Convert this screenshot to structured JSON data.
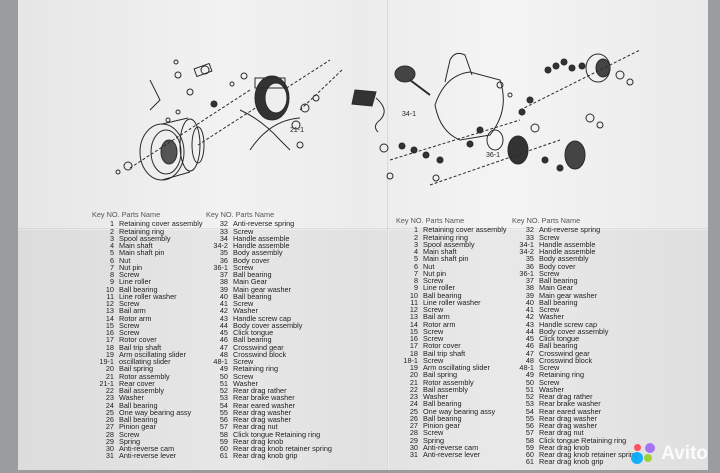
{
  "left_list": {
    "col1": {
      "header": "Key NO.  Parts Name",
      "rows": [
        {
          "k": "1",
          "n": "Retaining cover assembly"
        },
        {
          "k": "2",
          "n": "Retaining ring"
        },
        {
          "k": "3",
          "n": "Spool assembly"
        },
        {
          "k": "4",
          "n": "Main shaft"
        },
        {
          "k": "5",
          "n": "Main shaft pin"
        },
        {
          "k": "6",
          "n": "Nut"
        },
        {
          "k": "7",
          "n": "Nut pin"
        },
        {
          "k": "8",
          "n": "Screw"
        },
        {
          "k": "9",
          "n": "Line roller"
        },
        {
          "k": "10",
          "n": "Ball bearing"
        },
        {
          "k": "11",
          "n": "Line roller washer"
        },
        {
          "k": "12",
          "n": "Screw"
        },
        {
          "k": "13",
          "n": "Bail arm"
        },
        {
          "k": "14",
          "n": "Rotor arm"
        },
        {
          "k": "15",
          "n": "Screw"
        },
        {
          "k": "16",
          "n": "Screw"
        },
        {
          "k": "17",
          "n": "Rotor cover"
        },
        {
          "k": "18",
          "n": "Bail trip shaft"
        },
        {
          "k": "19",
          "n": "Arm oscillating slider"
        },
        {
          "k": "19-1",
          "n": "oscillating slider"
        },
        {
          "k": "20",
          "n": "Bail spring"
        },
        {
          "k": "21",
          "n": "Rotor assembly"
        },
        {
          "k": "21-1",
          "n": "Rear cover"
        },
        {
          "k": "22",
          "n": "Bail assembly"
        },
        {
          "k": "23",
          "n": "Washer"
        },
        {
          "k": "24",
          "n": "Ball bearing"
        },
        {
          "k": "25",
          "n": "One way bearing assy"
        },
        {
          "k": "26",
          "n": "Ball bearing"
        },
        {
          "k": "27",
          "n": "Pinion gear"
        },
        {
          "k": "28",
          "n": "Screw"
        },
        {
          "k": "29",
          "n": "Spring"
        },
        {
          "k": "30",
          "n": "Anti-reverse cam"
        },
        {
          "k": "31",
          "n": "Anti-reverse lever"
        }
      ]
    },
    "col2": {
      "header": "Key NO.  Parts Name",
      "rows": [
        {
          "k": "32",
          "n": "Anti-reverse spring"
        },
        {
          "k": "33",
          "n": "Screw"
        },
        {
          "k": "34",
          "n": "Handle assemble"
        },
        {
          "k": "34-2",
          "n": "Handle assemble"
        },
        {
          "k": "35",
          "n": "Body assembly"
        },
        {
          "k": "36",
          "n": "Body cover"
        },
        {
          "k": "36-1",
          "n": "Screw"
        },
        {
          "k": "37",
          "n": "Ball bearing"
        },
        {
          "k": "38",
          "n": "Main Gear"
        },
        {
          "k": "39",
          "n": "Main gear washer"
        },
        {
          "k": "40",
          "n": "Ball bearing"
        },
        {
          "k": "41",
          "n": "Screw"
        },
        {
          "k": "42",
          "n": "Washer"
        },
        {
          "k": "43",
          "n": "Handle screw cap"
        },
        {
          "k": "44",
          "n": "Body cover assembly"
        },
        {
          "k": "45",
          "n": "Click tongue"
        },
        {
          "k": "46",
          "n": "Ball bearing"
        },
        {
          "k": "47",
          "n": "Crosswind gear"
        },
        {
          "k": "48",
          "n": "Crosswind block"
        },
        {
          "k": "48-1",
          "n": "Screw"
        },
        {
          "k": "49",
          "n": "Retaining ring"
        },
        {
          "k": "50",
          "n": "Screw"
        },
        {
          "k": "51",
          "n": "Washer"
        },
        {
          "k": "52",
          "n": "Rear drag rather"
        },
        {
          "k": "53",
          "n": "Rear brake washer"
        },
        {
          "k": "54",
          "n": "Rear eared washer"
        },
        {
          "k": "55",
          "n": "Rear drag washer"
        },
        {
          "k": "56",
          "n": "Rear drag washer"
        },
        {
          "k": "57",
          "n": "Rear drag nut"
        },
        {
          "k": "58",
          "n": "Click tongue Retaining ring"
        },
        {
          "k": "59",
          "n": "Rear drag knob"
        },
        {
          "k": "60",
          "n": "Rear drag knob retainer spring"
        },
        {
          "k": "61",
          "n": "Rear drag knob grip"
        }
      ]
    }
  },
  "right_list": {
    "col1": {
      "header": "Key NO.  Parts Name",
      "rows": [
        {
          "k": "1",
          "n": "Retaining cover assembly"
        },
        {
          "k": "2",
          "n": "Retaining ring"
        },
        {
          "k": "3",
          "n": "Spool assembly"
        },
        {
          "k": "4",
          "n": "Main shaft"
        },
        {
          "k": "5",
          "n": "Main shaft pin"
        },
        {
          "k": "6",
          "n": "Nut"
        },
        {
          "k": "7",
          "n": "Nut pin"
        },
        {
          "k": "8",
          "n": "Screw"
        },
        {
          "k": "9",
          "n": "Line roller"
        },
        {
          "k": "10",
          "n": "Ball bearing"
        },
        {
          "k": "11",
          "n": "Line roller washer"
        },
        {
          "k": "12",
          "n": "Screw"
        },
        {
          "k": "13",
          "n": "Bail arm"
        },
        {
          "k": "14",
          "n": "Rotor arm"
        },
        {
          "k": "15",
          "n": "Screw"
        },
        {
          "k": "16",
          "n": "Screw"
        },
        {
          "k": "17",
          "n": "Rotor cover"
        },
        {
          "k": "18",
          "n": "Bail trip shaft"
        },
        {
          "k": "18-1",
          "n": "Screw"
        },
        {
          "k": "19",
          "n": "Arm oscillating slider"
        },
        {
          "k": "20",
          "n": "Bail spring"
        },
        {
          "k": "21",
          "n": "Rotor assembly"
        },
        {
          "k": "22",
          "n": "Bail assembly"
        },
        {
          "k": "23",
          "n": "Washer"
        },
        {
          "k": "24",
          "n": "Ball bearing"
        },
        {
          "k": "25",
          "n": "One way bearing assy"
        },
        {
          "k": "26",
          "n": "Ball bearing"
        },
        {
          "k": "27",
          "n": "Pinion gear"
        },
        {
          "k": "28",
          "n": "Screw"
        },
        {
          "k": "29",
          "n": "Spring"
        },
        {
          "k": "30",
          "n": "Anti-reverse cam"
        },
        {
          "k": "31",
          "n": "Anti-reverse lever"
        }
      ]
    },
    "col2": {
      "header": "Key NO.  Parts Name",
      "rows": [
        {
          "k": "32",
          "n": "Anti-reverse spring"
        },
        {
          "k": "33",
          "n": "Screw"
        },
        {
          "k": "34-1",
          "n": "Handle assemble"
        },
        {
          "k": "34-2",
          "n": "Handle assemble"
        },
        {
          "k": "35",
          "n": "Body assembly"
        },
        {
          "k": "36",
          "n": "Body cover"
        },
        {
          "k": "36-1",
          "n": "Screw"
        },
        {
          "k": "37",
          "n": "Ball bearing"
        },
        {
          "k": "38",
          "n": "Main Gear"
        },
        {
          "k": "39",
          "n": "Main gear washer"
        },
        {
          "k": "40",
          "n": "Ball bearing"
        },
        {
          "k": "41",
          "n": "Screw"
        },
        {
          "k": "42",
          "n": "Washer"
        },
        {
          "k": "43",
          "n": "Handle screw cap"
        },
        {
          "k": "44",
          "n": "Body cover assembly"
        },
        {
          "k": "45",
          "n": "Click tongue"
        },
        {
          "k": "46",
          "n": "Ball bearing"
        },
        {
          "k": "47",
          "n": "Crosswind gear"
        },
        {
          "k": "48",
          "n": "Crosswind block"
        },
        {
          "k": "48-1",
          "n": "Screw"
        },
        {
          "k": "49",
          "n": "Retaining ring"
        },
        {
          "k": "50",
          "n": "Screw"
        },
        {
          "k": "51",
          "n": "Washer"
        },
        {
          "k": "52",
          "n": "Rear drag rather"
        },
        {
          "k": "53",
          "n": "Rear brake washer"
        },
        {
          "k": "54",
          "n": "Rear eared washer"
        },
        {
          "k": "55",
          "n": "Rear drag washer"
        },
        {
          "k": "56",
          "n": "Rear drag washer"
        },
        {
          "k": "57",
          "n": "Rear drag nut"
        },
        {
          "k": "58",
          "n": "Click tongue Retaining ring"
        },
        {
          "k": "59",
          "n": "Rear drag knob"
        },
        {
          "k": "60",
          "n": "Rear drag knob retainer spring"
        },
        {
          "k": "61",
          "n": "Rear drag knob grip"
        }
      ]
    }
  },
  "diagram_labels": {
    "left_21": "21-1",
    "right_34_1": "34-1",
    "right_36_1": "36-1"
  },
  "watermark": {
    "text": "Avito",
    "colors": [
      "#00aaff",
      "#97cf26",
      "#ff4053",
      "#a169f7"
    ]
  }
}
